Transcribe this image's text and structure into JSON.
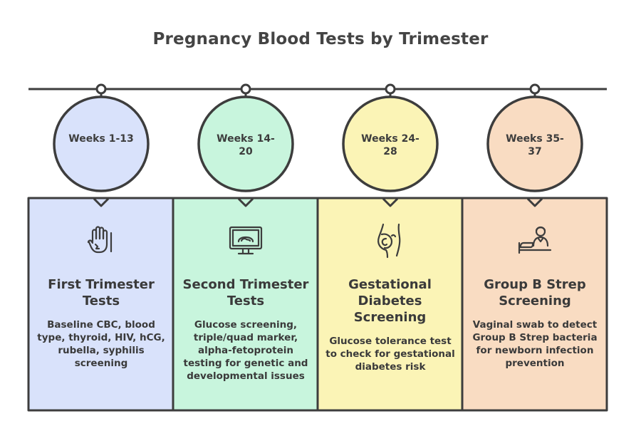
{
  "title": "Pregnancy Blood Tests by Trimester",
  "colors": {
    "stroke": "#3d3d3d",
    "card1": "#d9e2fb",
    "card2": "#c8f5dd",
    "card3": "#fbf4b6",
    "card4": "#f9dcc2"
  },
  "stages": [
    {
      "weeks": "Weeks 1-13",
      "title": "First Trimester Tests",
      "description": "Baseline CBC, blood type, thyroid, HIV, hCG, rubella, syphilis screening",
      "icon": "hand-icon"
    },
    {
      "weeks": "Weeks 14-20",
      "title": "Second Trimester Tests",
      "description": "Glucose screening, triple/quad marker, alpha-fetoprotein testing for genetic and developmental issues",
      "icon": "ultrasound-monitor-icon"
    },
    {
      "weeks": "Weeks 24-28",
      "title": "Gestational Diabetes Screening",
      "description": "Glucose tolerance test to check for gestational diabetes risk",
      "icon": "pregnant-woman-icon"
    },
    {
      "weeks": "Weeks 35-37",
      "title": "Group B Strep Screening",
      "description": "Vaginal swab to detect Group B Strep bacteria for newborn infection prevention",
      "icon": "patient-bed-icon"
    }
  ]
}
